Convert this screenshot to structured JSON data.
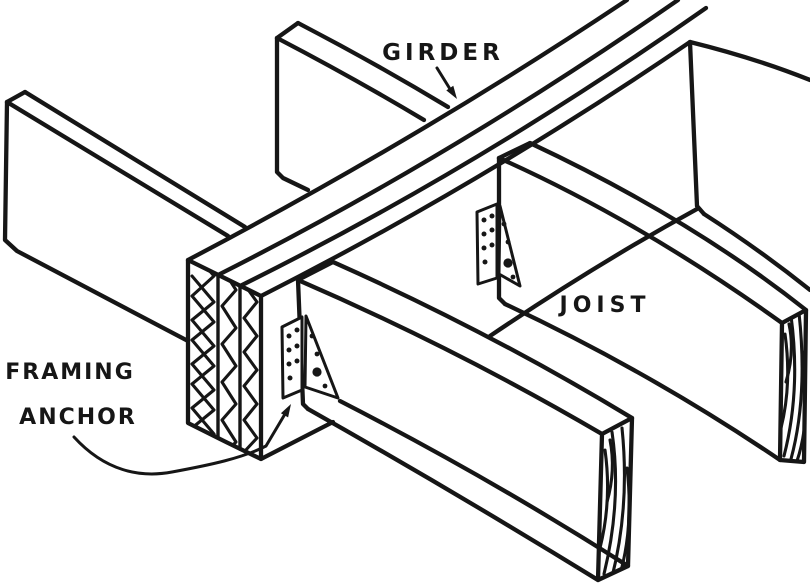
{
  "diagram": {
    "type": "isometric construction detail drawing",
    "background_color": "#ffffff",
    "ink_color": "#161616",
    "labels": {
      "girder": "GIRDER",
      "joist": "JOIST",
      "framing_anchor_line1": "FRAMING",
      "framing_anchor_line2": "ANCHOR"
    },
    "parts": [
      "doubled girder with end-grain showing",
      "far-side joist upper-left",
      "far-side joist upper-center",
      "near-side joist front with end-grain",
      "near-side joist middle with end-grain",
      "near-side joist upper-right partial",
      "framing anchor at front joist",
      "framing anchor at middle joist"
    ]
  }
}
